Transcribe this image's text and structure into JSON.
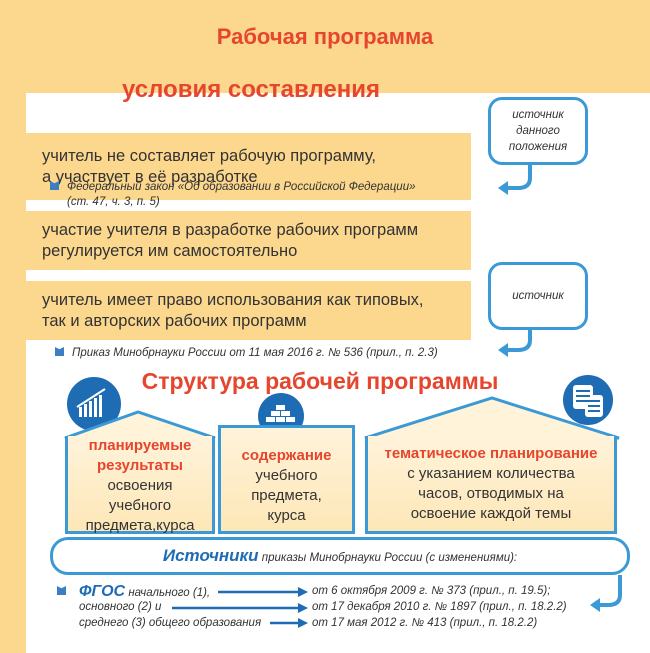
{
  "title": "Рабочая программа",
  "conditions": {
    "heading": "условия составления",
    "item1": [
      "учитель не составляет рабочую программу,",
      "а участвует в её разработке"
    ],
    "law1": [
      "Федеральный закон «Об образовании в Российской Федерации»",
      "(ст. 47, ч. 3, п. 5)"
    ],
    "item2": [
      "участие учителя в разработке рабочих программ",
      "регулируется им самостоятельно"
    ],
    "item3": [
      "учитель имеет право использования как типовых,",
      "так и авторских рабочих программ"
    ],
    "law2": "Приказ Минобрнауки России от 11 мая 2016 г. № 536  (прил., п. 2.3)",
    "bubble1": [
      "источник",
      "данного",
      "положения"
    ],
    "bubble2": "источник"
  },
  "structure": {
    "heading": "Структура рабочей программы",
    "col1": {
      "red": [
        "планируемые",
        "результаты"
      ],
      "text": [
        "освоения",
        "учебного",
        "предмета,курса"
      ]
    },
    "col2": {
      "red": "содержание",
      "text": [
        "учебного",
        "предмета,",
        "курса"
      ]
    },
    "col3": {
      "red": "тематическое планирование",
      "text": [
        "с указанием количества",
        "часов, отводимых на",
        "освоение каждой темы"
      ]
    }
  },
  "sources": {
    "label": "Источники",
    "text": "приказы Минобрнауки России (с изменениями):",
    "fgos": "ФГОС",
    "rows": [
      {
        "left": "начального (1),",
        "right": "от 6 октября 2009 г. № 373 (прил., п. 19.5);"
      },
      {
        "left": "основного (2) и",
        "right": "от 17 декабря 2010 г. № 1897 (прил., п. 18.2.2)"
      },
      {
        "left": "среднего (3) общего образования",
        "right": "от 17 мая 2012 г. № 413 (прил., п. 18.2.2)"
      }
    ]
  },
  "colors": {
    "orange": "#fcd78e",
    "red": "#e6452e",
    "blue": "#3b9ad6"
  }
}
